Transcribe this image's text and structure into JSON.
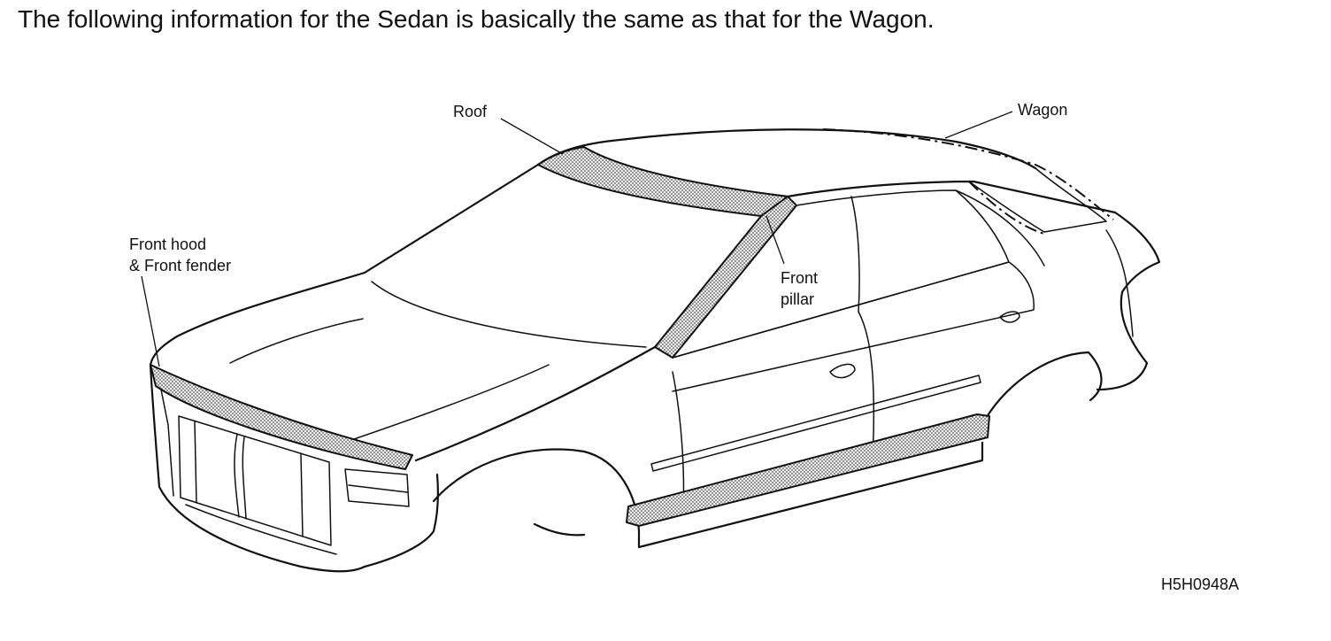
{
  "heading": "The following information for the Sedan is basically the same as that for the Wagon.",
  "labels": {
    "roof": "Roof",
    "wagon": "Wagon",
    "front_hood_line1": "Front hood",
    "front_hood_line2": "& Front fender",
    "front_pillar_line1": "Front",
    "front_pillar_line2": "pillar"
  },
  "figure_id": "H5H0948A"
}
